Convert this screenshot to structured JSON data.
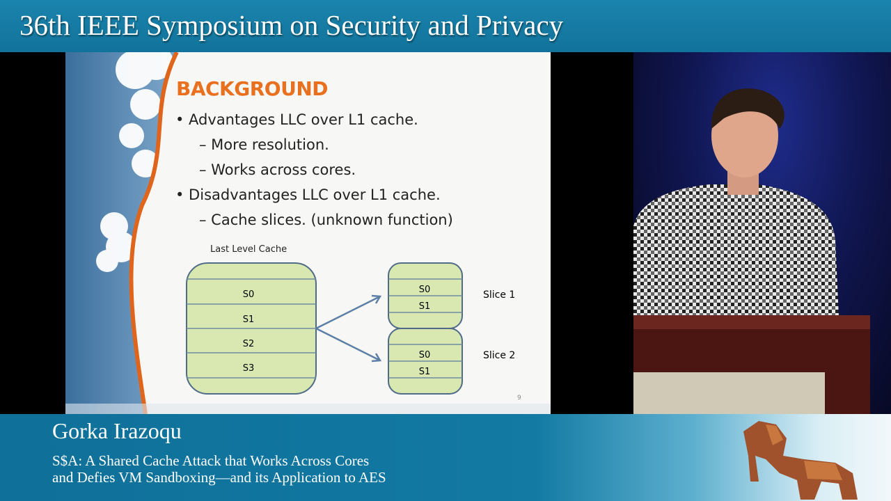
{
  "header": {
    "title": "36th IEEE Symposium on Security and Privacy"
  },
  "slide": {
    "title": "BACKGROUND",
    "bullets": [
      "•  Advantages LLC over L1 cache.",
      "– More resolution.",
      "– Works across cores.",
      "•  Disadvantages LLC over L1 cache.",
      "– Cache slices. (unknown function)"
    ],
    "diagram": {
      "llc_label": "Last Level Cache",
      "llc_sets": [
        "S0",
        "S1",
        "S2",
        "S3"
      ],
      "slices": [
        {
          "label": "Slice 1",
          "sets": [
            "S0",
            "S1"
          ]
        },
        {
          "label": "Slice 2",
          "sets": [
            "S0",
            "S1"
          ]
        }
      ]
    },
    "page_number": "9"
  },
  "lower_third": {
    "speaker": "Gorka Irazoqu",
    "talk_title_line1": "S$A: A Shared Cache Attack that Works Across Cores",
    "talk_title_line2": "and Defies VM Sandboxing—and its Application to AES",
    "logo": "trojan-horse-logo"
  },
  "colors": {
    "banner": "#1380a9",
    "accent": "#e8701f",
    "cell": "#d8e8b0"
  }
}
